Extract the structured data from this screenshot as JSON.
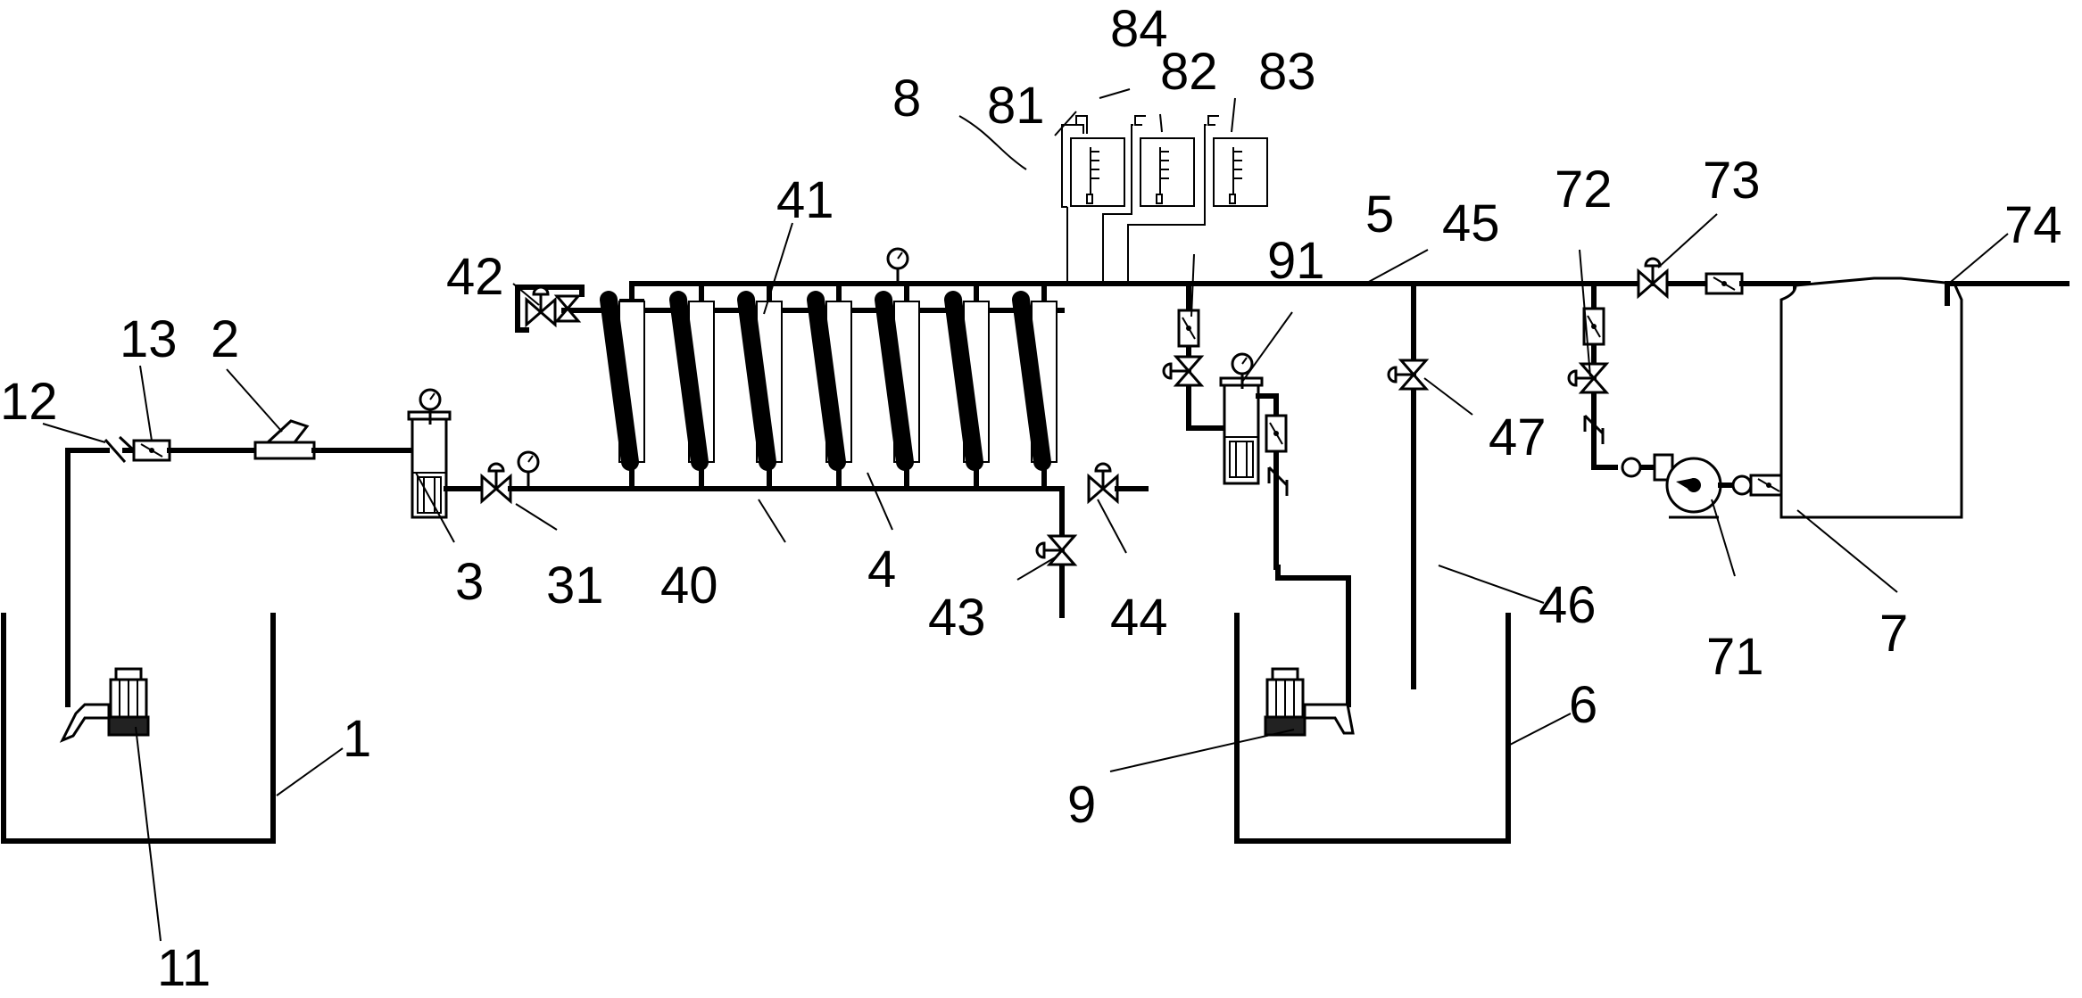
{
  "labels": {
    "l1": "1",
    "l2": "2",
    "l3": "3",
    "l4": "4",
    "l5": "5",
    "l6": "6",
    "l7": "7",
    "l8": "8",
    "l9": "9",
    "l11": "11",
    "l12": "12",
    "l13": "13",
    "l31": "31",
    "l40": "40",
    "l41": "41",
    "l42": "42",
    "l43": "43",
    "l44": "44",
    "l45": "45",
    "l46": "46",
    "l47": "47",
    "l71": "71",
    "l72": "72",
    "l73": "73",
    "l74": "74",
    "l81": "81",
    "l82": "82",
    "l83": "83",
    "l84": "84",
    "l91": "91"
  },
  "colors": {
    "line": "#000000",
    "background": "#ffffff"
  },
  "icons": [
    "submersible-pump-icon",
    "check-valve-icon",
    "flowmeter-icon",
    "strainer-icon",
    "bag-filter-icon",
    "gate-valve-icon",
    "pressure-gauge-icon",
    "membrane-module-icon",
    "dosing-tank-icon",
    "centrifugal-pump-icon",
    "storage-tank-icon"
  ]
}
